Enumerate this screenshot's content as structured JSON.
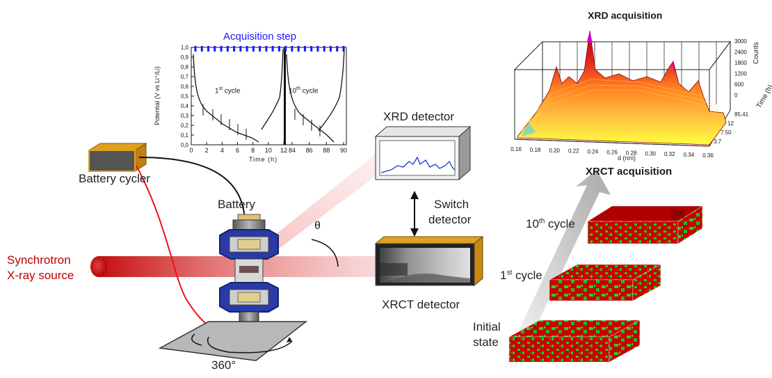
{
  "labels": {
    "battery_cycler": "Battery cycler",
    "battery": "Battery",
    "source_line1": "Synchrotron",
    "source_line2": "X-ray source",
    "rotation": "360°",
    "theta": "θ",
    "xrd_detector": "XRD detector",
    "switch_line1": "Switch",
    "switch_line2": "detector",
    "xrct_detector": "XRCT detector",
    "xrd_acquisition": "XRD acquisition",
    "xrct_acquisition": "XRCT acquisition",
    "cycle10_base": "10",
    "cycle10_sup": "th",
    "cycle10_rest": " cycle",
    "cycle1_base": "1",
    "cycle1_sup": "st",
    "cycle1_rest": " cycle",
    "initial_line1": "Initial",
    "initial_line2": "state"
  },
  "potential_plot": {
    "title": "Acquisition step",
    "ylabel": "Potential (V vs Li⁺/Li)",
    "xlabel": "Time (h)",
    "yticks": [
      "0,0",
      "0,1",
      "0,2",
      "0,3",
      "0,4",
      "0,5",
      "0,6",
      "0,7",
      "0,8",
      "0,9",
      "1,0"
    ],
    "xticks_left": [
      "0",
      "2",
      "4",
      "6",
      "8",
      "10",
      "12"
    ],
    "xticks_right": [
      "84",
      "86",
      "88",
      "90"
    ],
    "cycle1_base": "1",
    "cycle1_sup": "st",
    "cycle1_rest": " cycle",
    "cycle10_base": "10",
    "cycle10_sup": "th",
    "cycle10_rest": " cycle"
  },
  "xrd_plot": {
    "zlabel": "Counts",
    "zticks": [
      "3000",
      "2400",
      "1800",
      "1200",
      "600",
      "0"
    ],
    "xlabel": "d (nm)",
    "xticks": [
      "0.16",
      "0.18",
      "0.20",
      "0.22",
      "0.24",
      "0.26",
      "0.28",
      "0.30",
      "0.32",
      "0.34",
      "0.36"
    ],
    "ylabel": "Time (h)",
    "yticks": [
      "3.7",
      "7.50",
      "12",
      "85.41"
    ]
  },
  "colors": {
    "source_red": "#c00000",
    "acquisition_blue": "#1a1aff",
    "voxel_red": "#cc0000",
    "voxel_green": "#22cc22",
    "cycler_orange": "#e0a020",
    "holder_blue": "#2a3aa8"
  }
}
